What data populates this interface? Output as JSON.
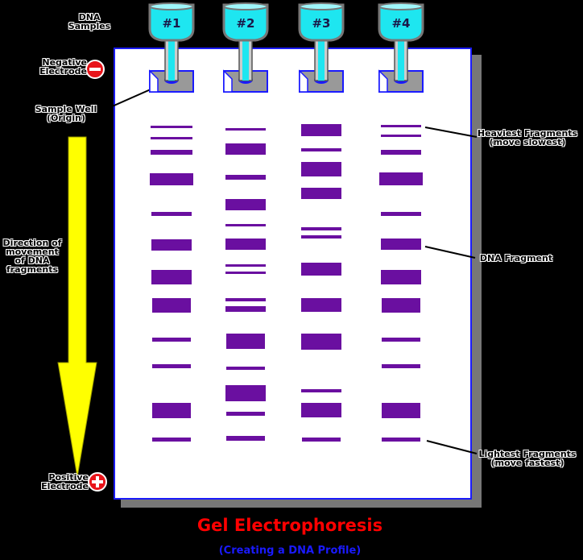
{
  "labels": {
    "dna_samples": "DNA Samples",
    "negative_electrode": "Negative Electrode",
    "sample_well": "Sample Well (Origin)",
    "direction": "Direction of movement of DNA fragments",
    "positive_electrode": "Positive Electrode",
    "heaviest": "Heaviest Fragments (move slowest)",
    "dna_fragment": "DNA Fragment",
    "lightest": "Lightest Fragments (move fastest)"
  },
  "lines": {
    "dna_samples": [
      "DNA",
      "Samples"
    ],
    "negative_electrode": [
      "Negative",
      "Electrode"
    ],
    "sample_well": [
      "Sample Well",
      "(Origin)"
    ],
    "direction": [
      "Direction of",
      "movement",
      "of  DNA",
      "fragments"
    ],
    "positive_electrode": [
      "Positive",
      "Electrode"
    ],
    "heaviest": [
      "Heaviest Fragments",
      "(move slowest)"
    ],
    "dna_fragment": [
      "DNA Fragment"
    ],
    "lightest": [
      "Lightest Fragments",
      "(move fastest)"
    ]
  },
  "samples": [
    "#1",
    "#2",
    "#3",
    "#4"
  ],
  "title": "Gel Electrophoresis",
  "subtitle": "(Creating a DNA Profile)",
  "colors": {
    "band": "#6a0fa0",
    "tube": "#1ee6f0",
    "gel_border": "#1a1aff",
    "arrow": "#ffff00",
    "electrode": "#e8141a",
    "title": "#ff0000",
    "subtitle": "#1a1aff"
  }
}
